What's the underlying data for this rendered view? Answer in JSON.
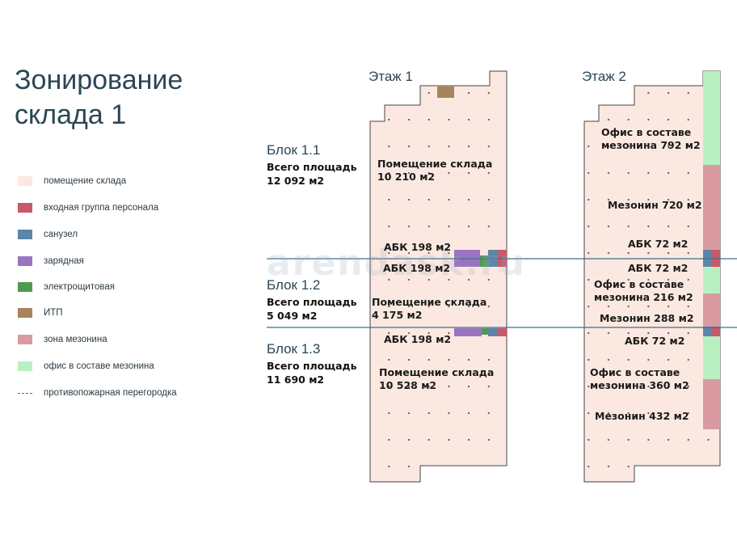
{
  "title": {
    "line1": "Зонирование",
    "line2": "склада 1"
  },
  "legend": [
    {
      "label": "помещение склада",
      "color": "#fbe9e1",
      "kind": "box"
    },
    {
      "label": "входная группа персонала",
      "color": "#c8596a",
      "kind": "box"
    },
    {
      "label": "санузел",
      "color": "#5b86a8",
      "kind": "box"
    },
    {
      "label": "зарядная",
      "color": "#9a74c0",
      "kind": "box"
    },
    {
      "label": "электрощитовая",
      "color": "#4f9a52",
      "kind": "box"
    },
    {
      "label": "ИТП",
      "color": "#a8845a",
      "kind": "box"
    },
    {
      "label": "зона мезонина",
      "color": "#d99aa2",
      "kind": "box"
    },
    {
      "label": "офис в составе мезонина",
      "color": "#b9f0c2",
      "kind": "box"
    },
    {
      "label": "противопожарная перегородка",
      "color": "#b04a4a",
      "kind": "line"
    }
  ],
  "blocks": [
    {
      "name": "Блок 1.1",
      "label": "Всего площадь",
      "area": "12 092 м2"
    },
    {
      "name": "Блок 1.2",
      "label": "Всего площадь",
      "area": "5 049 м2"
    },
    {
      "name": "Блок 1.3",
      "label": "Всего площадь",
      "area": "11 690 м2"
    }
  ],
  "floors": {
    "floor1": "Этаж 1",
    "floor2": "Этаж 2"
  },
  "floor1_zones": {
    "wh1_line1": "Помещение склада",
    "wh1_line2": "10 210 м2",
    "abk1": "АБК 198 м2",
    "abk2": "АБК 198 м2",
    "wh2_line1": "Помещение склада",
    "wh2_line2": "4 175 м2",
    "abk3": "АБК 198 м2",
    "wh3_line1": "Помещение склада",
    "wh3_line2": "10 528 м2"
  },
  "floor2_zones": {
    "office1_line1": "Офис в составе",
    "office1_line2": "мезонина 792 м2",
    "mezz1": "Мезонин 720 м2",
    "abk1": "АБК 72 м2",
    "abk2": "АБК 72 м2",
    "office2_line1": "Офис в составе",
    "office2_line2": "мезонина 216 м2",
    "mezz2": "Мезонин 288 м2",
    "abk3": "АБК 72 м2",
    "office3_line1": "Офис в составе",
    "office3_line2": "мезонина 360 м2",
    "mezz3": "Мезонин 432 м2"
  },
  "watermark": "arendask.ru",
  "colors": {
    "warehouse": "#fbe9e1",
    "entry": "#c8596a",
    "wc": "#5b86a8",
    "charging": "#9a74c0",
    "electrical": "#4f9a52",
    "itp": "#a8845a",
    "mezzanine": "#d99aa2",
    "office": "#b9f0c2",
    "firewall": "#3f6f8c",
    "outline": "#444444"
  }
}
